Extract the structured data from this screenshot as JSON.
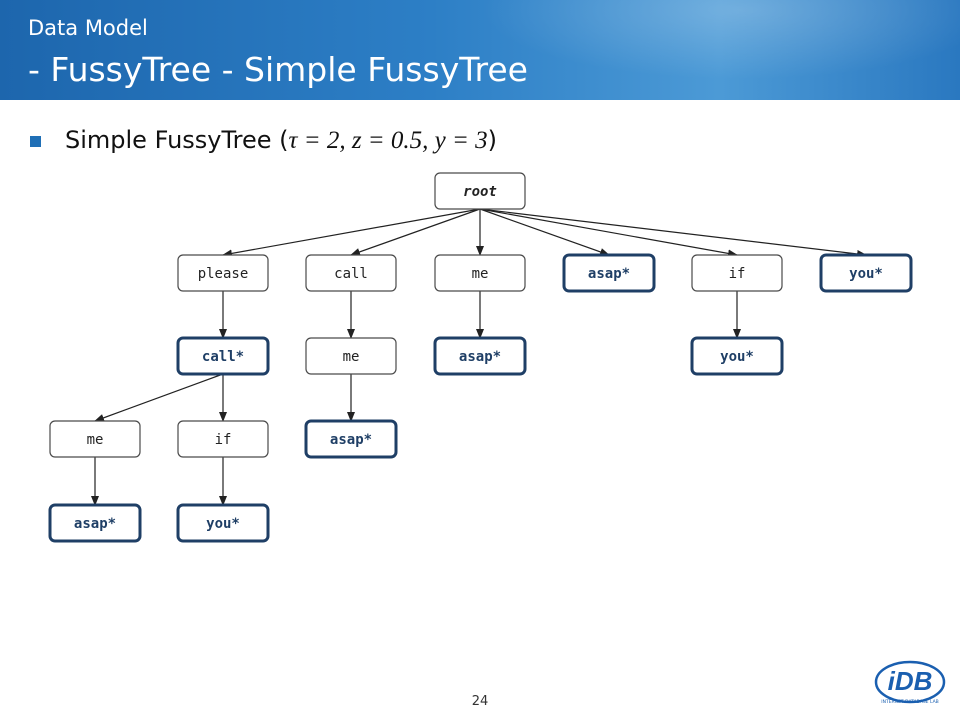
{
  "header": {
    "title_line1": "Data Model",
    "title_line2": "- FussyTree - Simple FussyTree",
    "bg_color": "#2d7fc6"
  },
  "bullet": {
    "label": "Simple FussyTree (",
    "params": "τ = 2, z = 0.5, y = 3",
    "close": ")"
  },
  "tree": {
    "nodes": [
      {
        "id": "root",
        "label": "root",
        "starred": false,
        "is_root": true
      },
      {
        "id": "n-please",
        "label": "please",
        "starred": false
      },
      {
        "id": "n-call",
        "label": "call",
        "starred": false
      },
      {
        "id": "n-me",
        "label": "me",
        "starred": false
      },
      {
        "id": "n-asap-1",
        "label": "asap*",
        "starred": true
      },
      {
        "id": "n-if",
        "label": "if",
        "starred": false
      },
      {
        "id": "n-you-1",
        "label": "you*",
        "starred": true
      },
      {
        "id": "n-please-call",
        "label": "call*",
        "starred": true
      },
      {
        "id": "n-call-me",
        "label": "me",
        "starred": false
      },
      {
        "id": "n-me-asap",
        "label": "asap*",
        "starred": true
      },
      {
        "id": "n-if-you",
        "label": "you*",
        "starred": true
      },
      {
        "id": "n-please-call-me",
        "label": "me",
        "starred": false
      },
      {
        "id": "n-please-call-if",
        "label": "if",
        "starred": false
      },
      {
        "id": "n-call-me-asap",
        "label": "asap*",
        "starred": true
      },
      {
        "id": "n-please-call-me-asap",
        "label": "asap*",
        "starred": true
      },
      {
        "id": "n-please-call-if-you",
        "label": "you*",
        "starred": true
      }
    ],
    "edges": [
      [
        "root",
        "n-please"
      ],
      [
        "root",
        "n-call"
      ],
      [
        "root",
        "n-me"
      ],
      [
        "root",
        "n-asap-1"
      ],
      [
        "root",
        "n-if"
      ],
      [
        "root",
        "n-you-1"
      ],
      [
        "n-please",
        "n-please-call"
      ],
      [
        "n-call",
        "n-call-me"
      ],
      [
        "n-me",
        "n-me-asap"
      ],
      [
        "n-if",
        "n-if-you"
      ],
      [
        "n-please-call",
        "n-please-call-me"
      ],
      [
        "n-please-call",
        "n-please-call-if"
      ],
      [
        "n-call-me",
        "n-call-me-asap"
      ],
      [
        "n-please-call-me",
        "n-please-call-me-asap"
      ],
      [
        "n-please-call-if",
        "n-please-call-if-you"
      ]
    ],
    "star_color": "#1f3f66"
  },
  "footer": {
    "page_number": "24"
  },
  "logo": {
    "letters": "iDB",
    "ring_text": "INTERNET DATABASE LAB",
    "color": "#1a5fb0"
  }
}
